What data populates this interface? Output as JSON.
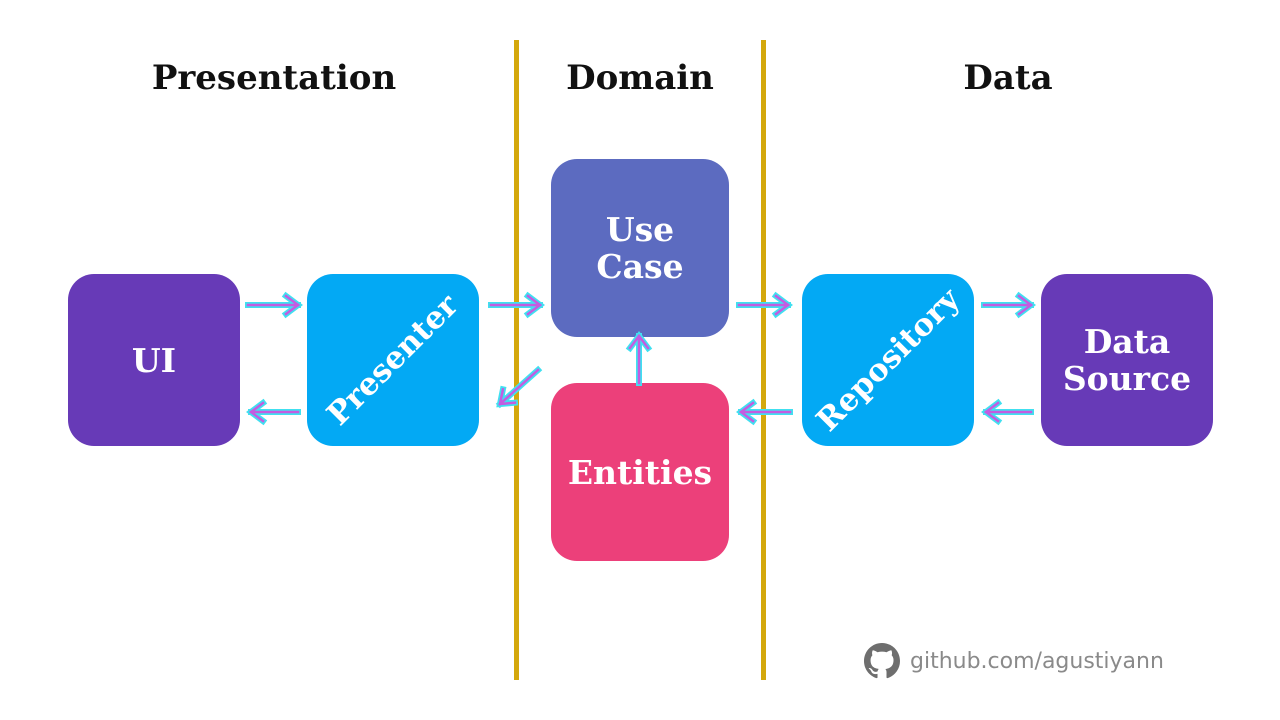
{
  "layers": [
    {
      "id": "presentation",
      "title": "Presentation"
    },
    {
      "id": "domain",
      "title": "Domain"
    },
    {
      "id": "data",
      "title": "Data"
    }
  ],
  "boxes": {
    "ui": {
      "label": "UI",
      "color": "#673AB7"
    },
    "presenter": {
      "label": "Presenter",
      "color": "#03A9F4"
    },
    "use_case": {
      "line1": "Use",
      "line2": "Case",
      "color": "#5C6BC0"
    },
    "entities": {
      "label": "Entities",
      "color": "#EC407A"
    },
    "repository": {
      "label": "Repository",
      "color": "#03A9F4"
    },
    "data_source": {
      "line1": "Data",
      "line2": "Source",
      "color": "#673AB7"
    }
  },
  "colors": {
    "divider": "#D4A80C",
    "arrow_outer": "#40E0F0",
    "arrow_inner": "#C45CE0",
    "footer_text": "#8a8a8a"
  },
  "footer": {
    "icon": "github-icon",
    "text": "github.com/agustiyann"
  }
}
